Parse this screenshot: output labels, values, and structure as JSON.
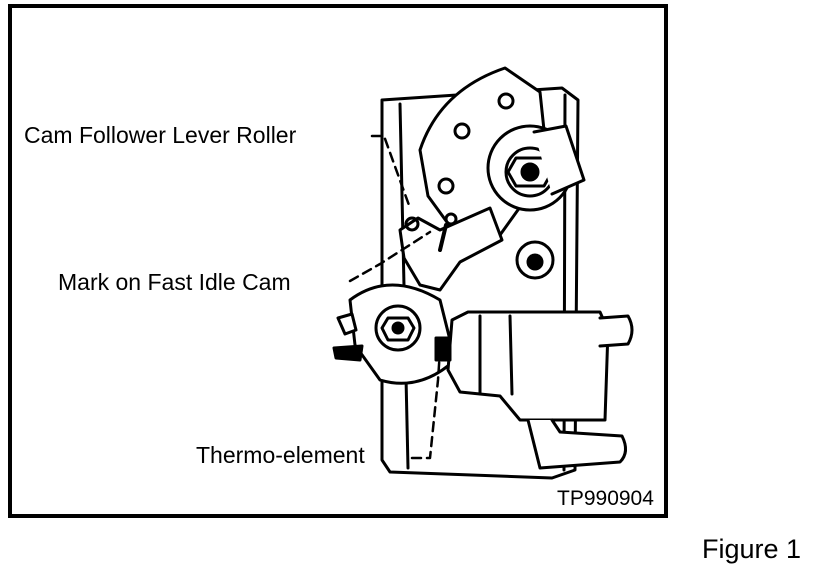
{
  "callouts": {
    "cam_follower_lever_roller": "Cam Follower Lever Roller",
    "mark_on_fast_idle_cam": "Mark on Fast Idle Cam",
    "thermo_element": "Thermo-element"
  },
  "reference_code": "TP990904",
  "figure_caption": "Figure 1",
  "colors": {
    "ink": "#000000",
    "paper": "#ffffff"
  }
}
